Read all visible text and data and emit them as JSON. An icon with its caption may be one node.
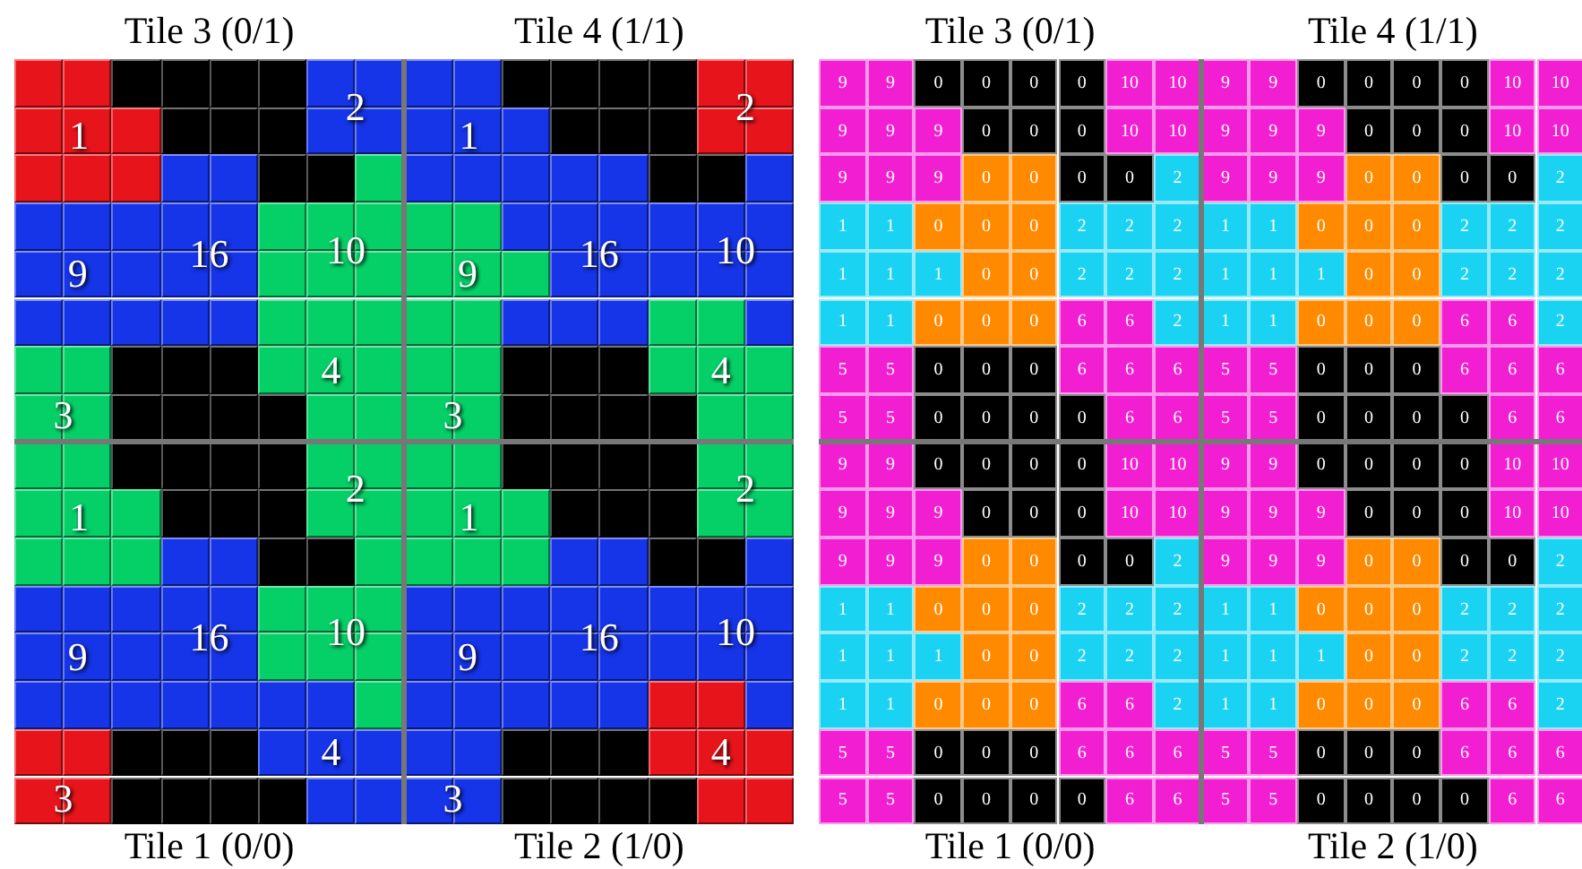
{
  "diagram": {
    "labels": [
      "Tile 3 (0/1)",
      "Tile 4 (1/1)",
      "Tile 3 (0/1)",
      "Tile 4 (1/1)",
      "1",
      "2",
      "1",
      "2",
      "9",
      "16",
      "10",
      "9",
      "16",
      "10",
      "3",
      "4",
      "3",
      "4",
      "1",
      "2",
      "1",
      "2",
      "9",
      "16",
      "10",
      "9",
      "16",
      "10",
      "3",
      "4",
      "3",
      "4",
      "9",
      "9",
      "0",
      "0",
      "0",
      "0",
      "10",
      "10",
      "9",
      "9",
      "0",
      "0",
      "0",
      "0",
      "10",
      "10",
      "9",
      "9",
      "9",
      "0",
      "0",
      "0",
      "10",
      "10",
      "9",
      "9",
      "9",
      "0",
      "0",
      "0",
      "10",
      "10",
      "9",
      "9",
      "9",
      "0",
      "0",
      "0",
      "0",
      "2",
      "9",
      "9",
      "9",
      "0",
      "0",
      "0",
      "0",
      "2",
      "1",
      "1",
      "0",
      "0",
      "0",
      "2",
      "2",
      "2",
      "1",
      "1",
      "0",
      "0",
      "0",
      "2",
      "2",
      "2",
      "1",
      "1",
      "1",
      "0",
      "0",
      "2",
      "2",
      "2",
      "1",
      "1",
      "1",
      "0",
      "0",
      "2",
      "2",
      "2",
      "1",
      "1",
      "0",
      "0",
      "0",
      "6",
      "6",
      "2",
      "1",
      "1",
      "0",
      "0",
      "0",
      "6",
      "6",
      "2",
      "5",
      "5",
      "0",
      "0",
      "0",
      "6",
      "6",
      "6",
      "5",
      "5",
      "0",
      "0",
      "0",
      "6",
      "6",
      "6",
      "5",
      "5",
      "0",
      "0",
      "0",
      "0",
      "6",
      "6",
      "5",
      "5",
      "0",
      "0",
      "0",
      "0",
      "6",
      "6",
      "9",
      "9",
      "0",
      "0",
      "0",
      "0",
      "10",
      "10",
      "9",
      "9",
      "0",
      "0",
      "0",
      "0",
      "10",
      "10",
      "9",
      "9",
      "9",
      "0",
      "0",
      "0",
      "10",
      "10",
      "9",
      "9",
      "9",
      "0",
      "0",
      "0",
      "10",
      "10",
      "9",
      "9",
      "9",
      "0",
      "0",
      "0",
      "0",
      "2",
      "9",
      "9",
      "9",
      "0",
      "0",
      "0",
      "0",
      "2",
      "1",
      "1",
      "0",
      "0",
      "0",
      "2",
      "2",
      "2",
      "1",
      "1",
      "0",
      "0",
      "0",
      "2",
      "2",
      "2",
      "1",
      "1",
      "1",
      "0",
      "0",
      "2",
      "2",
      "2",
      "1",
      "1",
      "1",
      "0",
      "0",
      "2",
      "2",
      "2",
      "1",
      "1",
      "0",
      "0",
      "0",
      "6",
      "6",
      "2",
      "1",
      "1",
      "0",
      "0",
      "0",
      "6",
      "6",
      "2",
      "5",
      "5",
      "0",
      "0",
      "0",
      "6",
      "6",
      "6",
      "5",
      "5",
      "0",
      "0",
      "0",
      "6",
      "6",
      "6",
      "5",
      "5",
      "0",
      "0",
      "0",
      "0",
      "6",
      "6",
      "5",
      "5",
      "0",
      "0",
      "0",
      "0",
      "6",
      "6",
      "Tile 1 (0/0)",
      "Tile 2 (1/0)",
      "Tile 1 (0/0)",
      "Tile 2 (1/0)"
    ]
  }
}
